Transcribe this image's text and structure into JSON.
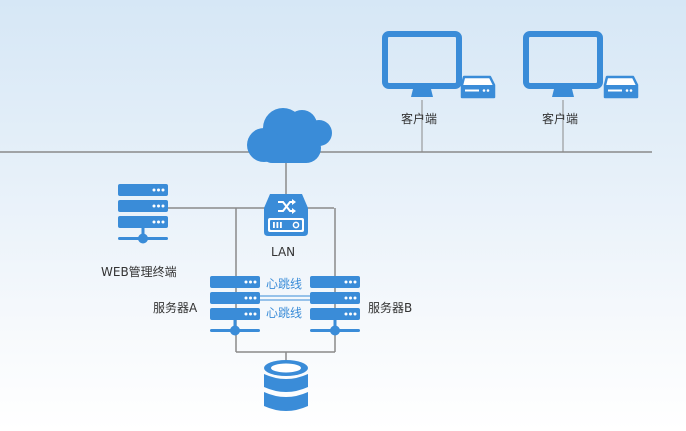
{
  "diagram": {
    "title": "",
    "colors": {
      "icon_blue": "#3a8cd8",
      "line_gray": "#888888",
      "heartbeat_line": "#3a8cd8",
      "label_text": "#333333",
      "heartbeat_text": "#3a8cd8",
      "background_top": "#d6e7f6",
      "background_bottom": "#ffffff"
    },
    "nodes": [
      {
        "id": "cloud",
        "type": "cloud-icon",
        "label": ""
      },
      {
        "id": "client1",
        "type": "monitor-icon",
        "label": "客户端"
      },
      {
        "id": "client2",
        "type": "monitor-icon",
        "label": "客户端"
      },
      {
        "id": "lan",
        "type": "switch-icon",
        "label": "LAN"
      },
      {
        "id": "web",
        "type": "server-icon",
        "label": "WEB管理终端"
      },
      {
        "id": "serverA",
        "type": "server-icon",
        "label": "服务器A"
      },
      {
        "id": "serverB",
        "type": "server-icon",
        "label": "服务器B"
      },
      {
        "id": "storage",
        "type": "database-icon",
        "label": ""
      }
    ],
    "heartbeat_labels": [
      "心跳线",
      "心跳线"
    ],
    "edges": [
      {
        "from": "cloud",
        "to": "network-bus"
      },
      {
        "from": "client1",
        "to": "network-bus"
      },
      {
        "from": "client2",
        "to": "network-bus"
      },
      {
        "from": "cloud",
        "to": "lan"
      },
      {
        "from": "web",
        "to": "lan"
      },
      {
        "from": "lan",
        "to": "serverA"
      },
      {
        "from": "lan",
        "to": "serverB"
      },
      {
        "from": "serverA",
        "to": "serverB",
        "label": "心跳线"
      },
      {
        "from": "serverA",
        "to": "storage"
      },
      {
        "from": "serverB",
        "to": "storage"
      }
    ]
  }
}
